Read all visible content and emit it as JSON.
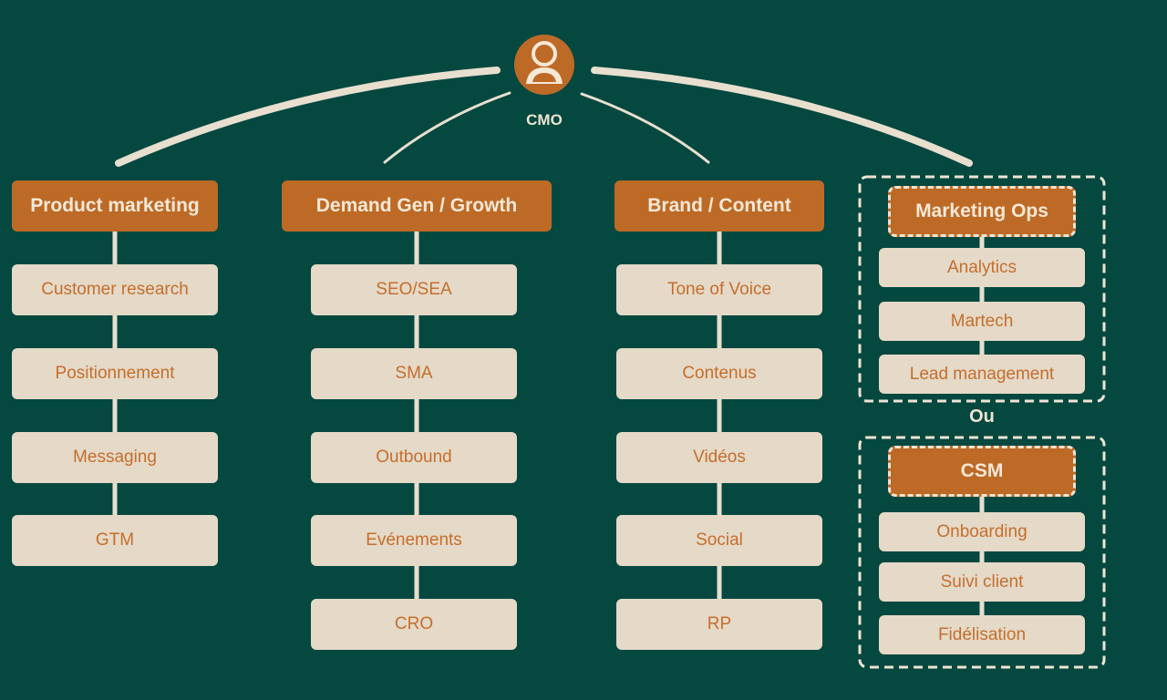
{
  "root": {
    "label": "CMO",
    "icon": "person-icon"
  },
  "columns": [
    {
      "head": "Product marketing",
      "items": [
        "Customer research",
        "Positionnement",
        "Messaging",
        "GTM"
      ]
    },
    {
      "head": "Demand Gen / Growth",
      "items": [
        "SEO/SEA",
        "SMA",
        "Outbound",
        "Evénements",
        "CRO"
      ]
    },
    {
      "head": "Brand / Content",
      "items": [
        "Tone of Voice",
        "Contenus",
        "Vidéos",
        "Social",
        "RP"
      ]
    }
  ],
  "alternatives": {
    "separator": "Ou",
    "groups": [
      {
        "head": "Marketing Ops",
        "items": [
          "Analytics",
          "Martech",
          "Lead management"
        ]
      },
      {
        "head": "CSM",
        "items": [
          "Onboarding",
          "Suivi client",
          "Fidélisation"
        ]
      }
    ]
  },
  "colors": {
    "background": "#044840",
    "accent": "#bd6a27",
    "box": "#e5d9c7",
    "line": "#e8dfcf"
  }
}
